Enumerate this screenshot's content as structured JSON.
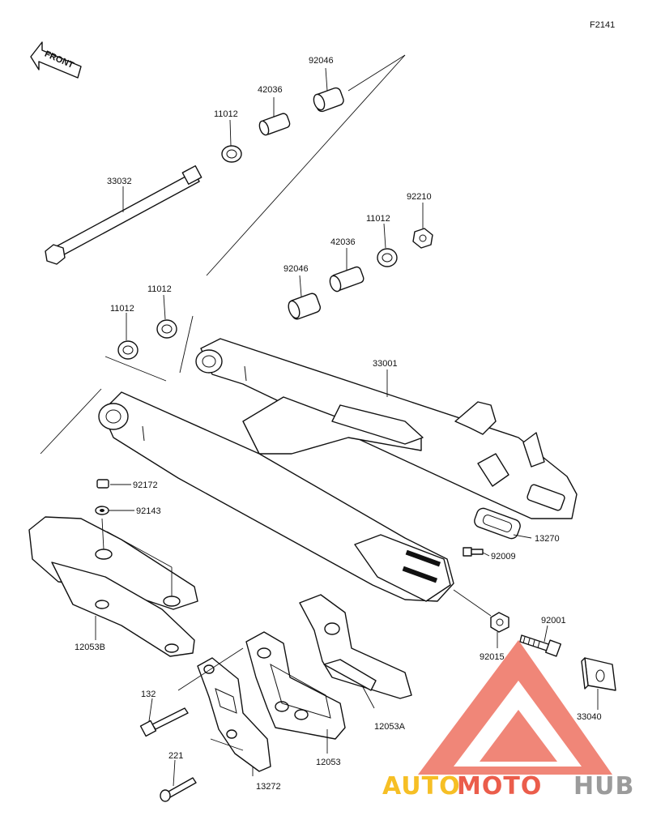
{
  "figure_code": "F2141",
  "direction_label": "FRONT",
  "parts": {
    "p92046_top": "92046",
    "p42036_top": "42036",
    "p11012_top": "11012",
    "p33032": "33032",
    "p92210": "92210",
    "p11012_mid": "11012",
    "p42036_mid": "42036",
    "p92046_mid": "92046",
    "p11012_left_a": "11012",
    "p11012_left_b": "11012",
    "p33001": "33001",
    "p92172": "92172",
    "p92143": "92143",
    "p13270": "13270",
    "p92009": "92009",
    "p12053B": "12053B",
    "p92001": "92001",
    "p92015": "92015",
    "p132": "132",
    "p12053A": "12053A",
    "p33040": "33040",
    "p221": "221",
    "p12053": "12053",
    "p13272": "13272"
  },
  "watermark": {
    "part1": "AUTO",
    "part2": "MOTO",
    "part3": "HUB",
    "color1": "#f5b400",
    "color2": "#e8412c",
    "color3": "#8a8a8a"
  }
}
